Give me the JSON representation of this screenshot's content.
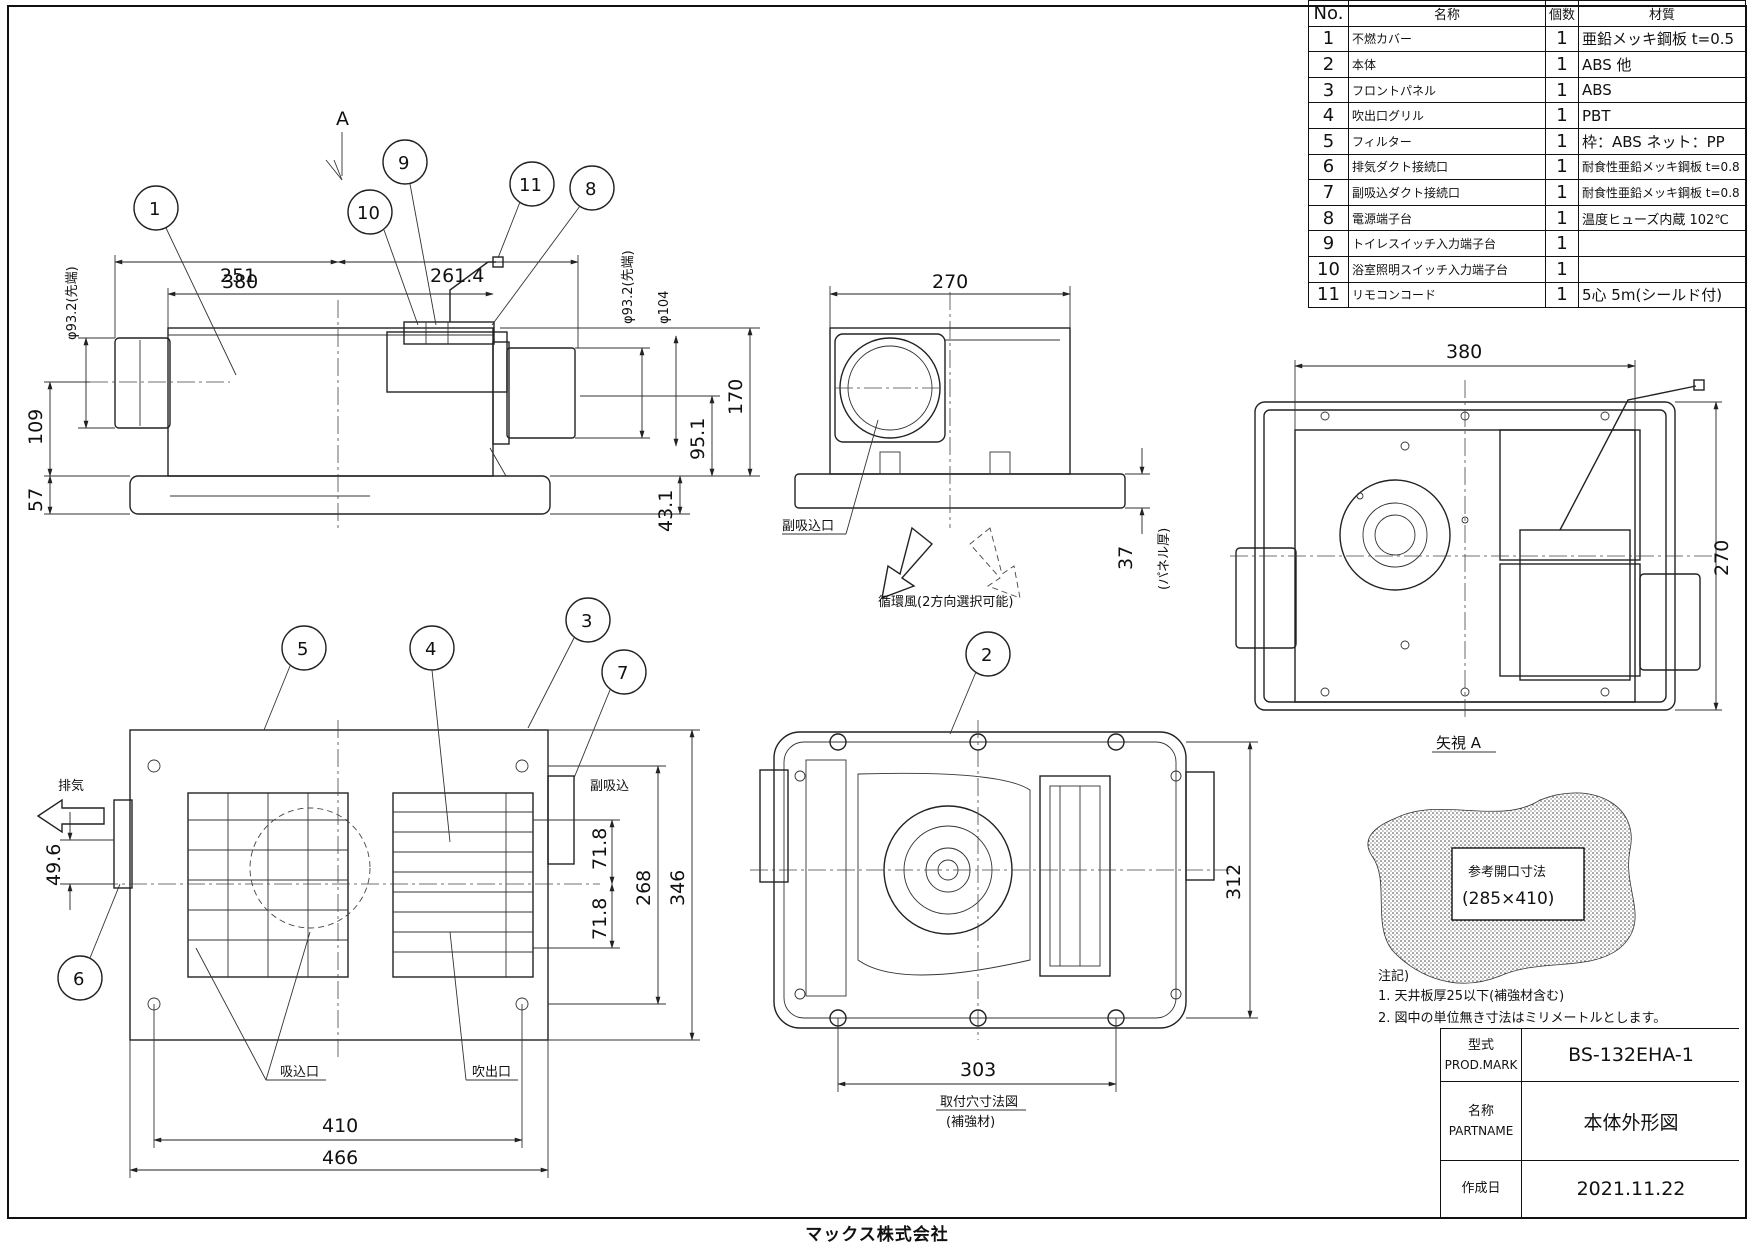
{
  "parts_table": {
    "headers": {
      "no": "No.",
      "name": "名称",
      "qty": "個数",
      "material": "材質"
    },
    "rows": [
      {
        "no": "1",
        "name": "不燃カバー",
        "qty": "1",
        "material": "亜鉛メッキ鋼板 t=0.5"
      },
      {
        "no": "2",
        "name": "本体",
        "qty": "1",
        "material": "ABS 他"
      },
      {
        "no": "3",
        "name": "フロントパネル",
        "qty": "1",
        "material": "ABS"
      },
      {
        "no": "4",
        "name": "吹出口グリル",
        "qty": "1",
        "material": "PBT"
      },
      {
        "no": "5",
        "name": "フィルター",
        "qty": "1",
        "material": "枠：ABS ネット：PP"
      },
      {
        "no": "6",
        "name": "排気ダクト接続口",
        "qty": "1",
        "material": "耐食性亜鉛メッキ鋼板 t=0.8"
      },
      {
        "no": "7",
        "name": "副吸込ダクト接続口",
        "qty": "1",
        "material": "耐食性亜鉛メッキ鋼板 t=0.8"
      },
      {
        "no": "8",
        "name": "電源端子台",
        "qty": "1",
        "material": "温度ヒューズ内蔵 102℃"
      },
      {
        "no": "9",
        "name": "トイレスイッチ入力端子台",
        "qty": "1",
        "material": ""
      },
      {
        "no": "10",
        "name": "浴室照明スイッチ入力端子台",
        "qty": "1",
        "material": ""
      },
      {
        "no": "11",
        "name": "リモコンコード",
        "qty": "1",
        "material": "5心 5m(シールド付)"
      }
    ]
  },
  "side_view": {
    "view_arrow": "A",
    "dims": {
      "d251": "251",
      "d380": "380",
      "d261": "261.4",
      "d109": "109",
      "d57": "57",
      "d170": "170",
      "d95": "95.1",
      "d43": "43.1"
    },
    "vertical_labels": {
      "phi932_left": "φ93.2(先端)",
      "phi932_right": "φ93.2(先端)",
      "phi104": "φ104"
    },
    "balloons": [
      "1",
      "10",
      "9",
      "11",
      "8"
    ]
  },
  "end_view": {
    "dim_270": "270",
    "label_sub_intake": "副吸込口",
    "label_airflow": "循環風(2方向選択可能)",
    "dim_37": "37",
    "label_panel": "(パネル厚)"
  },
  "view_a": {
    "dim_380": "380",
    "dim_270": "270",
    "caption": "矢視 A"
  },
  "front_view": {
    "label_exhaust": "排気",
    "label_sub_intake": "副吸込",
    "label_intake": "吸込口",
    "label_outlet": "吹出口",
    "dims": {
      "d496": "49.6",
      "d718a": "71.8",
      "d718b": "71.8",
      "d268": "268",
      "d346": "346",
      "d410": "410",
      "d466": "466"
    },
    "balloons": [
      "5",
      "4",
      "3",
      "7",
      "6"
    ]
  },
  "bottom_view": {
    "balloon": "2",
    "dim_303": "303",
    "dim_312": "312",
    "caption1": "取付穴寸法図",
    "caption2": "(補強材)"
  },
  "opening": {
    "title": "参考開口寸法",
    "value": "(285×410)"
  },
  "notes": {
    "title": "注記)",
    "items": [
      "1. 天井板厚25以下(補強材含む)",
      "2. 図中の単位無き寸法はミリメートルとします。"
    ]
  },
  "title_block": {
    "model_key_ja": "型式",
    "model_key_en": "PROD.MARK",
    "model": "BS-132EHA-1",
    "name_key_ja": "名称",
    "name_key_en": "PARTNAME",
    "name": "本体外形図",
    "date_key": "作成日",
    "date": "2021.11.22"
  },
  "company": "マックス株式会社"
}
